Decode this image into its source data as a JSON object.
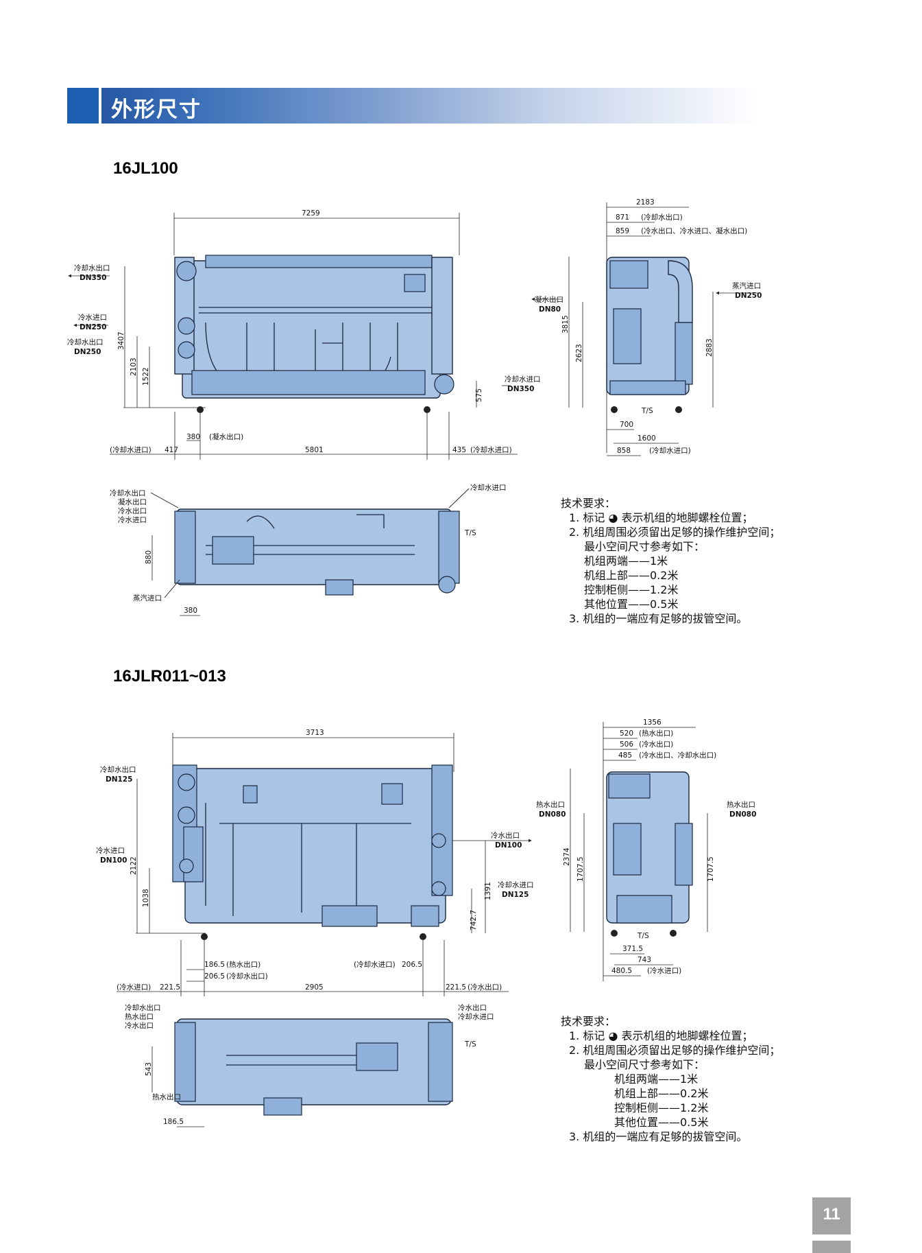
{
  "header": {
    "title": "外形尺寸"
  },
  "models": [
    {
      "name": "16JL100",
      "dims": {
        "overall_length": "7259",
        "height": "3407",
        "h_mid": "2103",
        "h_low": "1522",
        "h_right": "575",
        "bot_380": "380",
        "bot_417": "417",
        "bot_5801": "5801",
        "bot_435": "435",
        "side_width": "2183",
        "side_871": "871",
        "side_859": "859",
        "side_3815": "3815",
        "side_2623": "2623",
        "side_2883": "2883",
        "side_700": "700",
        "side_1600": "1600",
        "side_858": "858",
        "top_880": "880",
        "top_380": "380"
      },
      "labels": {
        "cool_out": "冷却水出口",
        "dn350": "DN350",
        "chill_in": "冷水进口",
        "dn250": "DN250",
        "cool_out2": "冷却水出口",
        "dn250b": "DN250",
        "cool_in_r": "冷却水进口",
        "dn350b": "DN350",
        "cond_out_paren": "(凝水出口)",
        "cool_in_paren_l": "(冷却水进口)",
        "cool_in_paren_r": "(冷却水进口)",
        "side_871_note": "(冷却水出口)",
        "side_859_note": "(冷水出口、冷水进口、凝水出口)",
        "cond_out": "凝水出口",
        "dn80": "DN80",
        "steam_in": "蒸汽进口",
        "dn250c": "DN250",
        "ts": "T/S",
        "side_858_note": "(冷却水进口)",
        "top_cool_out": "冷却水出口",
        "top_cond_out": "凝水出口",
        "top_chill_out": "冷水出口",
        "top_chill_in": "冷水进口",
        "top_cool_in": "冷却水进口",
        "top_steam_in": "蒸汽进口",
        "top_ts": "T/S"
      }
    },
    {
      "name": "16JLR011~013",
      "dims": {
        "overall_length": "3713",
        "height": "2122",
        "h_low": "1038",
        "h_1391": "1391",
        "h_742": "742.7",
        "b_186": "186.5",
        "b_206": "206.5",
        "b_206r": "206.5",
        "b_221l": "221.5",
        "b_2905": "2905",
        "b_221r": "221.5",
        "side_width": "1356",
        "side_520": "520",
        "side_506": "506",
        "side_485": "485",
        "side_2374": "2374",
        "side_1707a": "1707.5",
        "side_1707b": "1707.5",
        "side_371": "371.5",
        "side_743": "743",
        "side_480": "480.5",
        "top_543": "543",
        "top_186": "186.5"
      },
      "labels": {
        "cool_out": "冷却水出口",
        "dn125": "DN125",
        "chill_in": "冷水进口",
        "dn100": "DN100",
        "chill_out_r": "冷水出口",
        "dn100b": "DN100",
        "cool_in_r": "冷却水进口",
        "dn125b": "DN125",
        "hot_out_paren": "(热水出口)",
        "cool_out_paren": "(冷却水出口)",
        "cool_in_paren": "(冷却水进口)",
        "chill_in_paren": "(冷水进口)",
        "chill_out_paren": "(冷水出口)",
        "side_520_note": "(热水出口)",
        "side_506_note": "(冷水出口)",
        "side_485_note": "(冷水出口、冷却水出口)",
        "hot_out_l": "热水出口",
        "dn080a": "DN080",
        "hot_out_r": "热水出口",
        "dn080b": "DN080",
        "ts": "T/S",
        "side_480_note": "(冷水进口)",
        "top_cool_out": "冷却水出口",
        "top_hot_out": "热水出口",
        "top_chill_out": "冷水出口",
        "top_chill_out_r": "冷水出口",
        "top_cool_in_r": "冷却水进口",
        "top_hot_out_b": "热水出口",
        "top_ts": "T/S"
      }
    }
  ],
  "requirements": [
    {
      "heading": "技术要求：",
      "items": [
        "1. 标记 ◕ 表示机组的地脚螺栓位置；",
        "2. 机组周围必须留出足够的操作维护空间；",
        "最小空间尺寸参考如下：",
        "机组两端——1米",
        "机组上部——0.2米",
        "控制柜侧——1.2米",
        "其他位置——0.5米",
        "3. 机组的一端应有足够的拔管空间。"
      ]
    },
    {
      "heading": "技术要求：",
      "items": [
        "1. 标记 ◕ 表示机组的地脚螺栓位置；",
        "2. 机组周围必须留出足够的操作维护空间；",
        "最小空间尺寸参考如下：",
        "机组两端——1米",
        "机组上部——0.2米",
        "控制柜侧——1.2米",
        "其他位置——0.5米",
        "3. 机组的一端应有足够的拔管空间。"
      ]
    }
  ],
  "page_number": "11"
}
